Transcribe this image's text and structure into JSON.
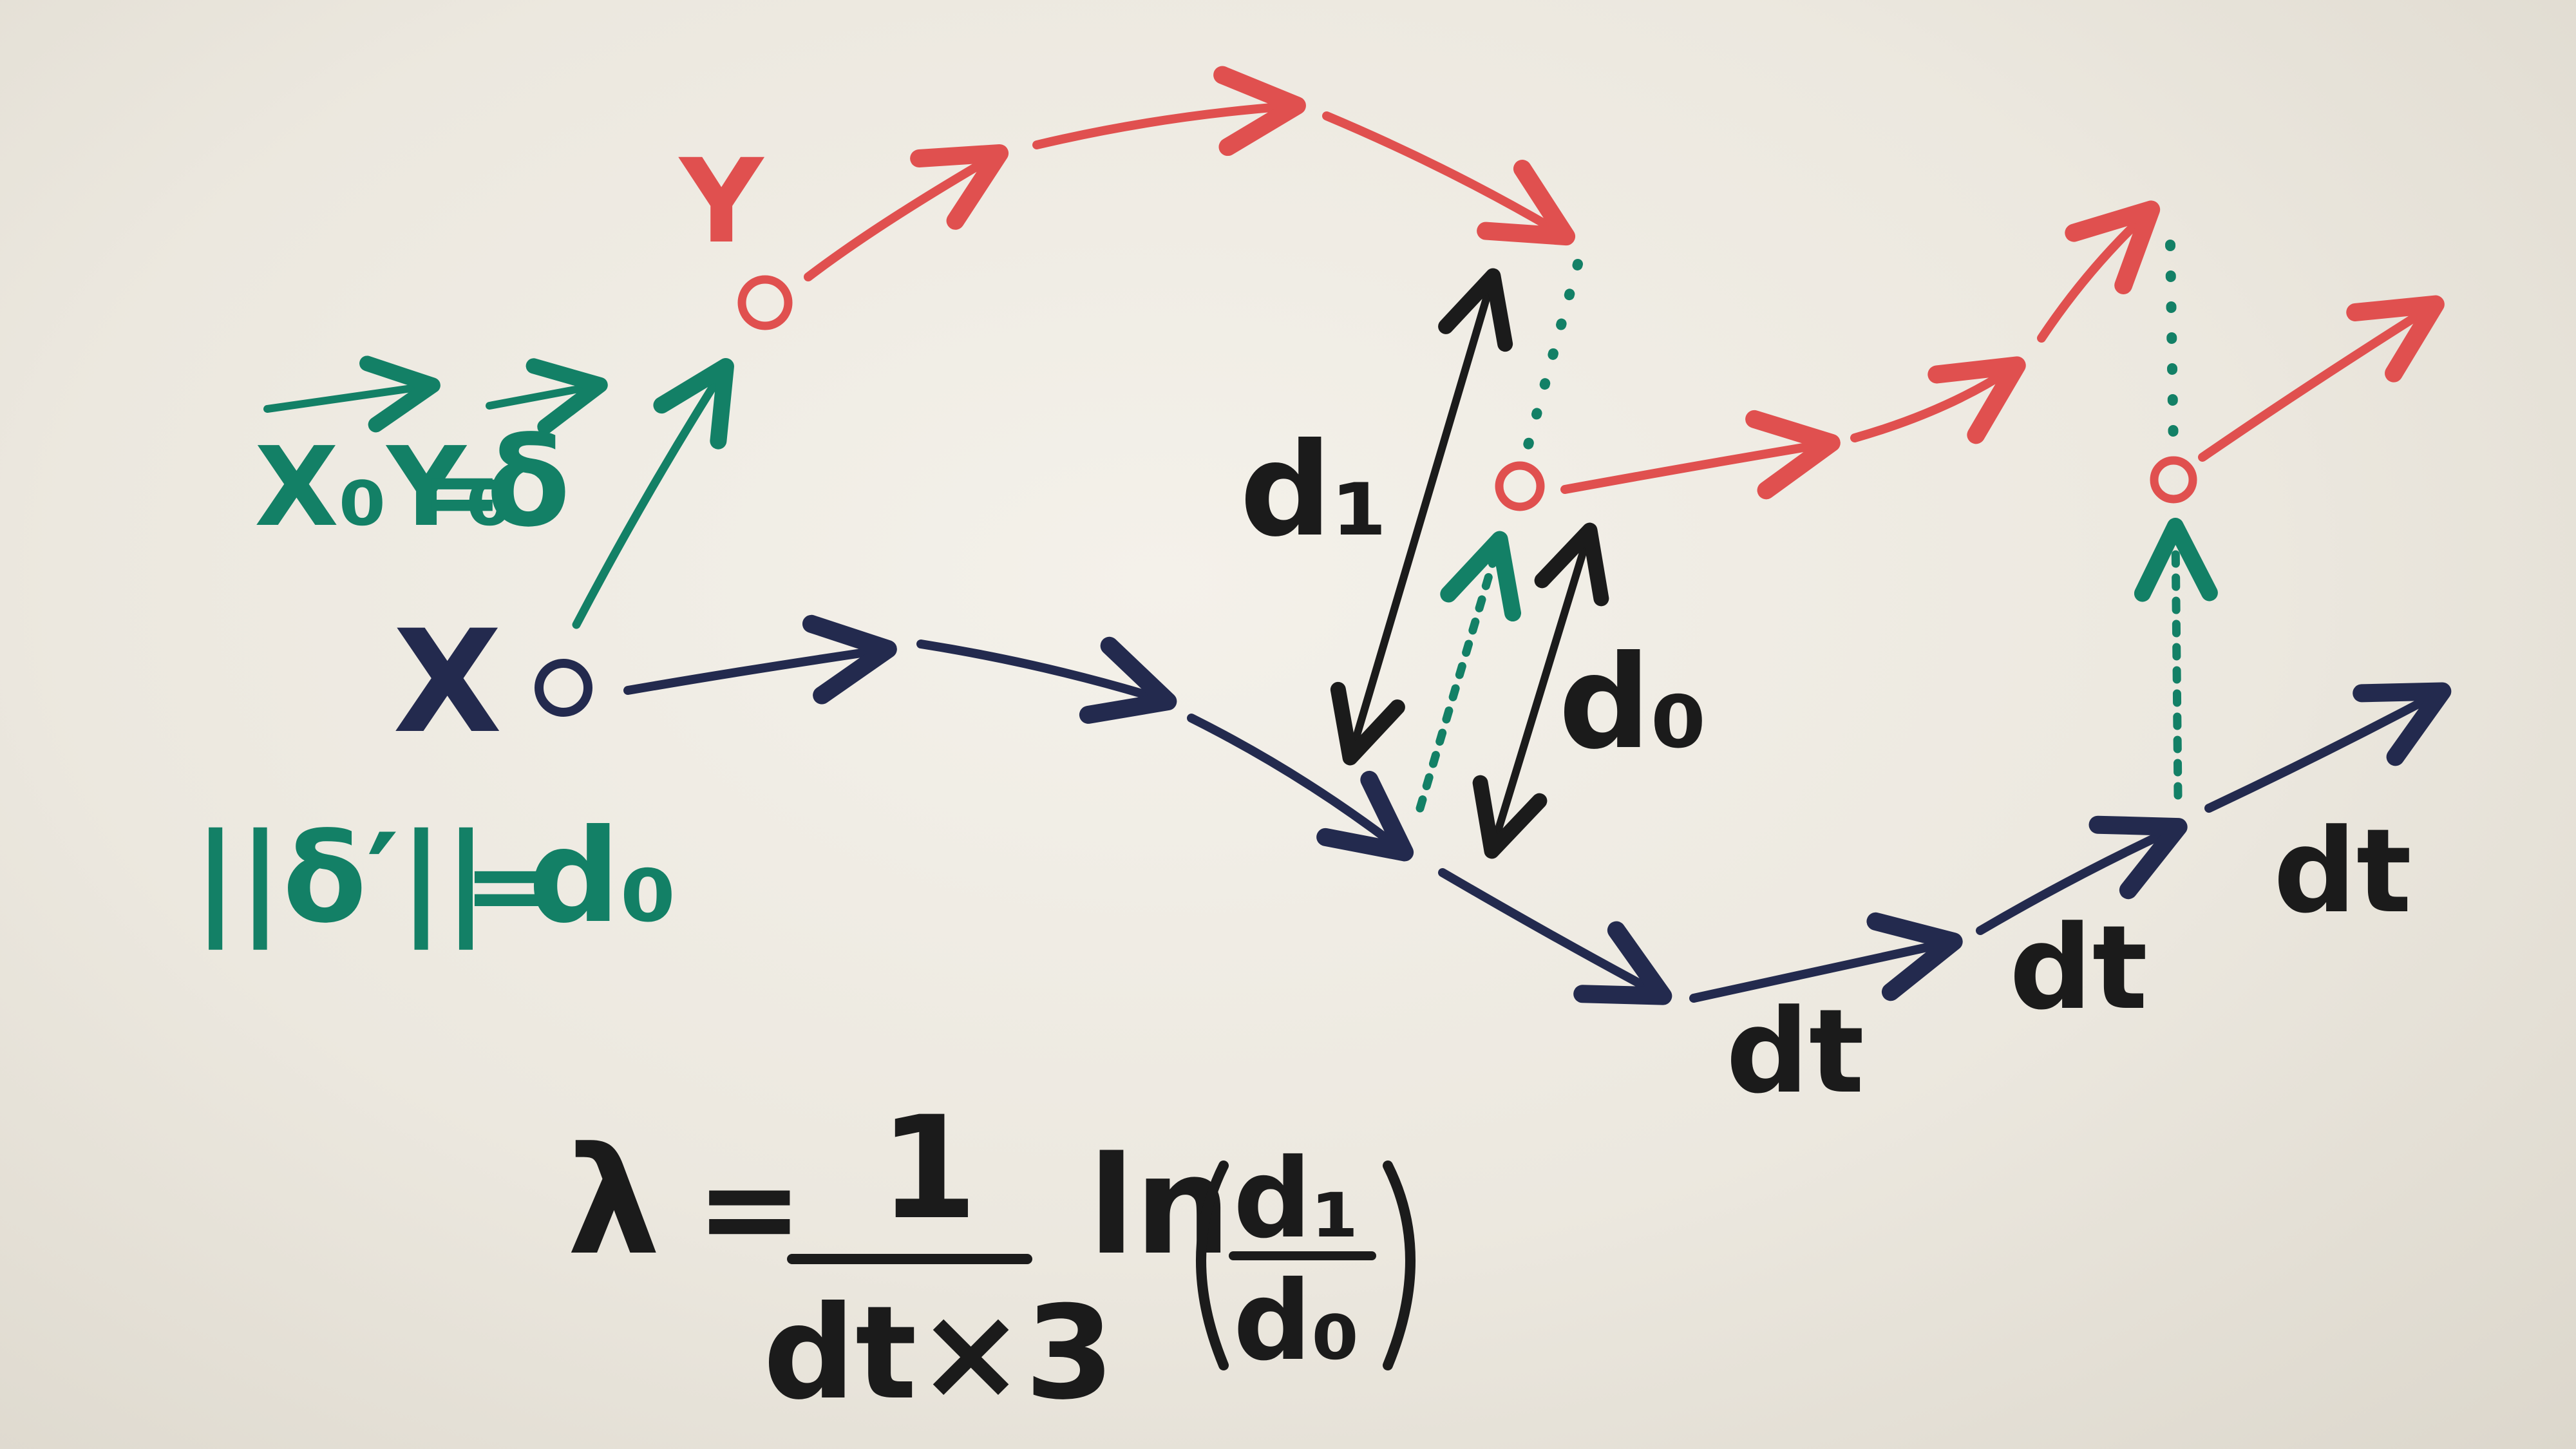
{
  "colors": {
    "red": "#e0504f",
    "navy": "#232a4e",
    "green": "#138066",
    "black": "#1b1b1b",
    "paper": "#efece5"
  },
  "labels": {
    "y": "Y",
    "x": "X",
    "vec_lhs": "X₀Y₀",
    "vec_eq": "=",
    "vec_rhs": "δ",
    "norm_lhs": "||δ′||",
    "norm_eq": "=",
    "norm_rhs": "d₀",
    "d1": "d₁",
    "d0": "d₀",
    "dt": [
      "dt",
      "dt",
      "dt"
    ]
  },
  "formula": {
    "lhs": "λ",
    "eq": "=",
    "numerator": "1",
    "denominator": "dt×3",
    "ln": "ln",
    "inner_num": "d₁",
    "inner_den": "d₀"
  }
}
